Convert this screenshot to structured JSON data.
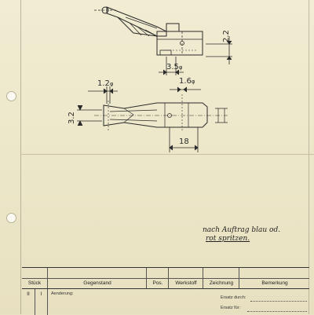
{
  "drawing": {
    "dim_height": "2.2",
    "dim_width_top": "3.5",
    "dim_hole_small": "1.2",
    "dim_hole_large": "1.6",
    "dim_side": "3.2",
    "dim_length": "18",
    "phi_symbol": "φ"
  },
  "note": {
    "line1": "nach Auftrag blau od.",
    "line2": "rot spritzen."
  },
  "table": {
    "headers": {
      "stueck": "Stück",
      "gegenstand": "Gegenstand",
      "pos": "Pos.",
      "werkstoff": "Werkstoff",
      "zeichnung": "Zeichnung",
      "bemerkung": "Bemerkung"
    },
    "row1": {
      "col_a": "II",
      "col_b": "I",
      "aenderung_label": "Aenderung:",
      "ersatz_durch": "Ersatz durch:",
      "ersatz_fuer": "Ersatz für:"
    }
  }
}
